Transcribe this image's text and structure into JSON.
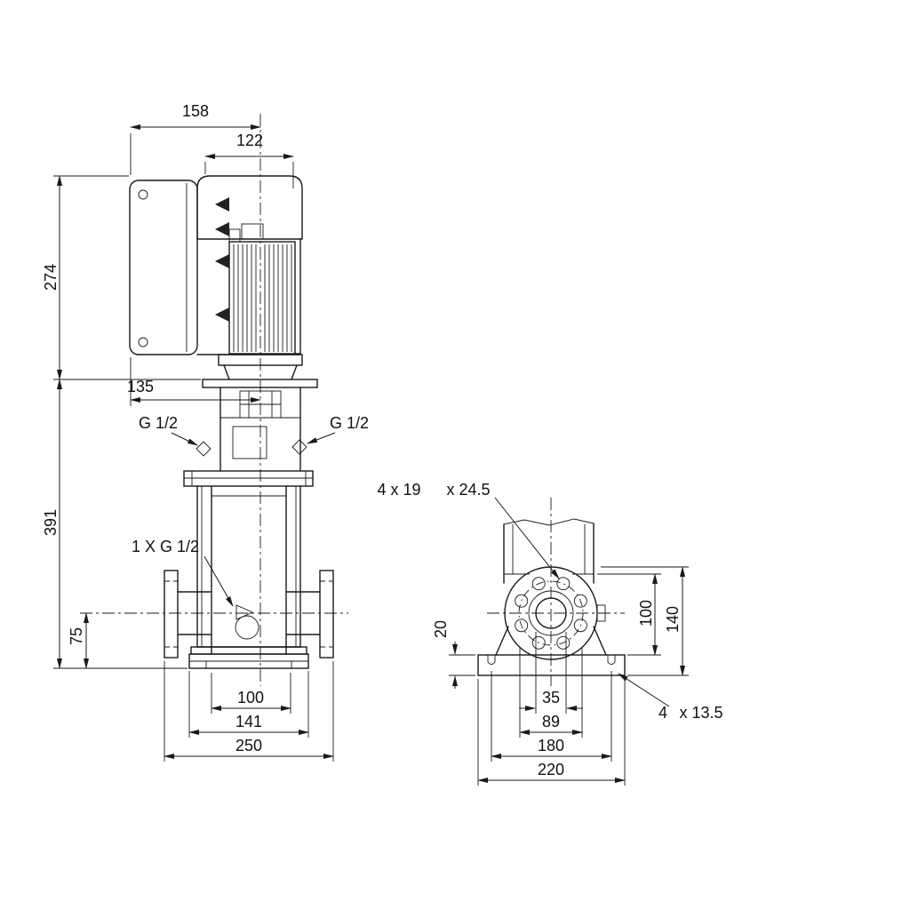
{
  "front_view": {
    "dims": {
      "overall_width": "158",
      "motor_width": "122",
      "motor_height": "274",
      "control_box_depth": "135",
      "pump_height": "391",
      "port_centerline_height": "75",
      "inner_span": "100",
      "base_length": "141",
      "flange_face_span": "250"
    },
    "labels": {
      "plug_left": "G 1/2",
      "plug_right": "G 1/2",
      "drain": "1 X G 1/2"
    }
  },
  "end_view": {
    "dims": {
      "flange_height_inner": "100",
      "flange_height_outer": "140",
      "base_thickness": "20",
      "bore_width": "35",
      "bolt_circle": "89",
      "base_hole_span": "180",
      "base_width": "220"
    },
    "labels": {
      "flange_holes_a": "4 x 19",
      "flange_holes_b": "x 24.5",
      "base_holes_a": "4",
      "base_holes_b": "x 13.5"
    }
  }
}
